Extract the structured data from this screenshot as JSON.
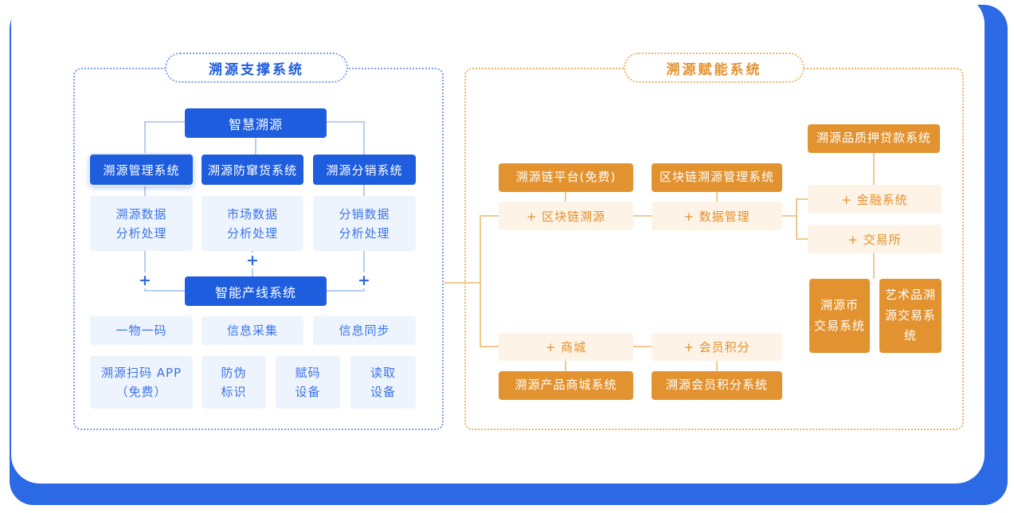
{
  "colors": {
    "frame_blue": "#2c69e5",
    "primary_blue": "#1d5dde",
    "light_blue_bg": "#edf4fd",
    "blue_text": "#3e74e6",
    "primary_orange": "#e2922f",
    "light_orange_bg": "#fdf3e6",
    "connector_blue": "#b7cdf3",
    "connector_orange": "#f2c78d"
  },
  "left": {
    "title": "溯源支撑系统",
    "root": "智慧溯源",
    "plus": "+",
    "systems": [
      "溯源管理系统",
      "溯源防窜货系统",
      "溯源分销系统"
    ],
    "analysis": [
      "溯源数据\n分析处理",
      "市场数据\n分析处理",
      "分销数据\n分析处理"
    ],
    "production": "智能产线系统",
    "features": [
      "一物一码",
      "信息采集",
      "信息同步"
    ],
    "devices": [
      "溯源扫码 APP\n（免费）",
      "防伪\n标识",
      "赋码\n设备",
      "读取\n设备"
    ]
  },
  "right": {
    "title": "溯源赋能系统",
    "pledge": "溯源品质押贷款系统",
    "chain_platform": "溯源链平台(免费)",
    "blockchain_trace": "+ 区块链溯源",
    "blockchain_mgmt": "区块链溯源管理系统",
    "data_mgmt": "+ 数据管理",
    "finance": "+ 金融系统",
    "exchange": "+ 交易所",
    "coin_exchange": "溯源币\n交易系统",
    "art_exchange": "艺术品溯\n源交易系\n统",
    "mall": "+ 商城",
    "mall_system": "溯源产品商城系统",
    "points": "+ 会员积分",
    "points_system": "溯源会员积分系统"
  }
}
